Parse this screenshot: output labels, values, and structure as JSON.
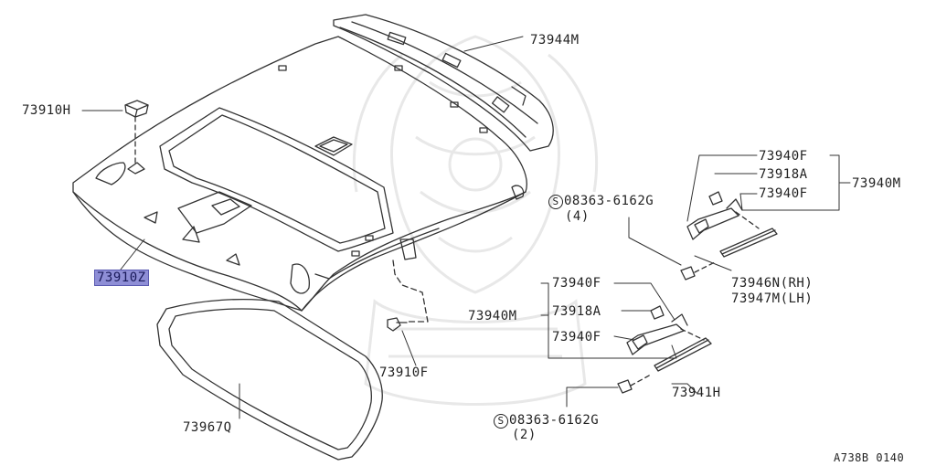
{
  "diagram": {
    "labels": {
      "p73944M": "73944M",
      "p73910H": "73910H",
      "p73910Z": "73910Z",
      "p73910F": "73910F",
      "p73967Q": "73967Q",
      "p73940F_a": "73940F",
      "p73918A_a": "73918A",
      "p73940F_b": "73940F",
      "p73940M_a": "73940M",
      "bolt_a": "08363-6162G",
      "bolt_a_symbol": "S",
      "bolt_a_qty": "(4)",
      "p73946N": "73946N(RH)",
      "p73947M": "73947M(LH)",
      "p73940F_c": "73940F",
      "p73918A_b": "73918A",
      "p73940F_d": "73940F",
      "p73940M_b": "73940M",
      "p73941H": "73941H",
      "bolt_b": "08363-6162G",
      "bolt_b_symbol": "S",
      "bolt_b_qty": "(2)",
      "figure_code": "A738B 0140"
    },
    "highlighted_part": "73910Z",
    "colors": {
      "line": "#333333",
      "highlight": "#8e8ed6",
      "watermark": "#e6e6e6"
    }
  }
}
